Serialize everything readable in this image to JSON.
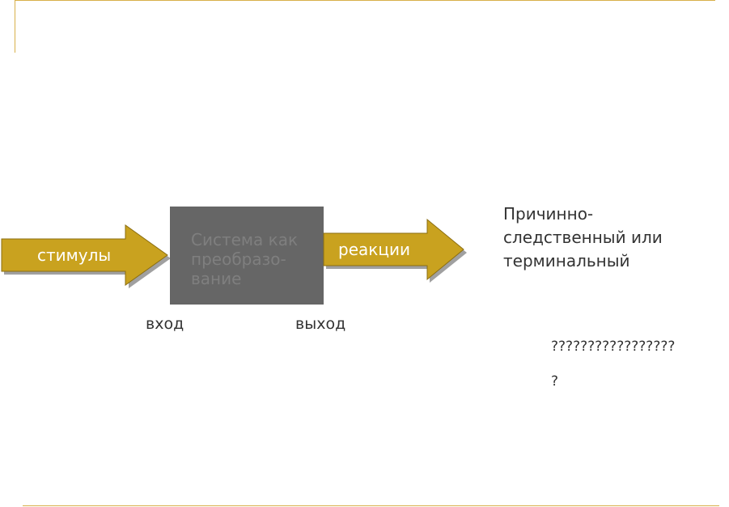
{
  "diagram": {
    "input_arrow": {
      "label": "стимулы"
    },
    "system": {
      "label": "Система как преобразо-вание"
    },
    "output_arrow": {
      "label": "реакции"
    },
    "input_label": "вход",
    "output_label": "выход",
    "note": "Причинно-следственный или терминальный",
    "question_line_1": "?????????????????",
    "question_line_2": "?"
  },
  "colors": {
    "frame": "#d8b04a",
    "arrow_fill": "#c9a21f",
    "arrow_stroke": "#8a6d12",
    "arrow_shadow": "#a0a0a0",
    "system_box": "#666666",
    "system_text": "#7f7f7f"
  }
}
